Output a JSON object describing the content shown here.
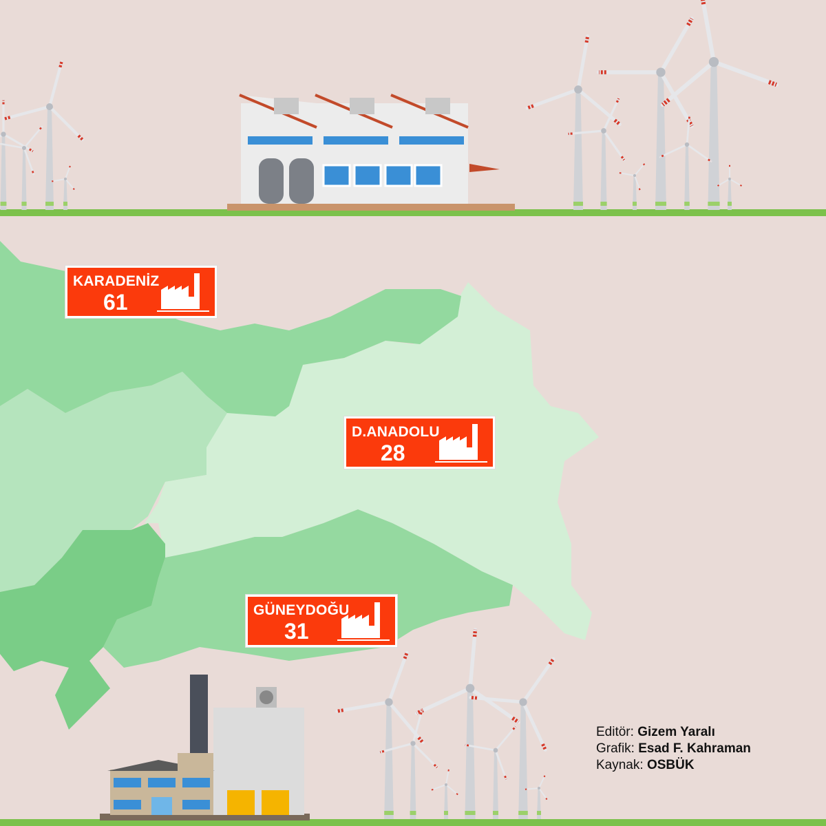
{
  "regions": [
    {
      "name": "KARADENİZ",
      "count": "61"
    },
    {
      "name": "D.ANADOLU",
      "count": "28"
    },
    {
      "name": "GÜNEYDOĞU",
      "count": "31"
    }
  ],
  "credits": {
    "editor_label": "Editör:",
    "editor": "Gizem Yaralı",
    "graphic_label": "Grafik:",
    "graphic": "Esad F. Kahraman",
    "source_label": "Kaynak:",
    "source": "OSBÜK"
  },
  "colors": {
    "background": "#e9dbd7",
    "label_red": "#fb3a0c",
    "karadeniz": "#93d99f",
    "dogu_anadolu": "#d3efd6",
    "ic_anadolu": "#b5e4bd",
    "akdeniz": "#7acd87",
    "guneydogu": "#95d9a0",
    "grass": "#7cc14b"
  }
}
